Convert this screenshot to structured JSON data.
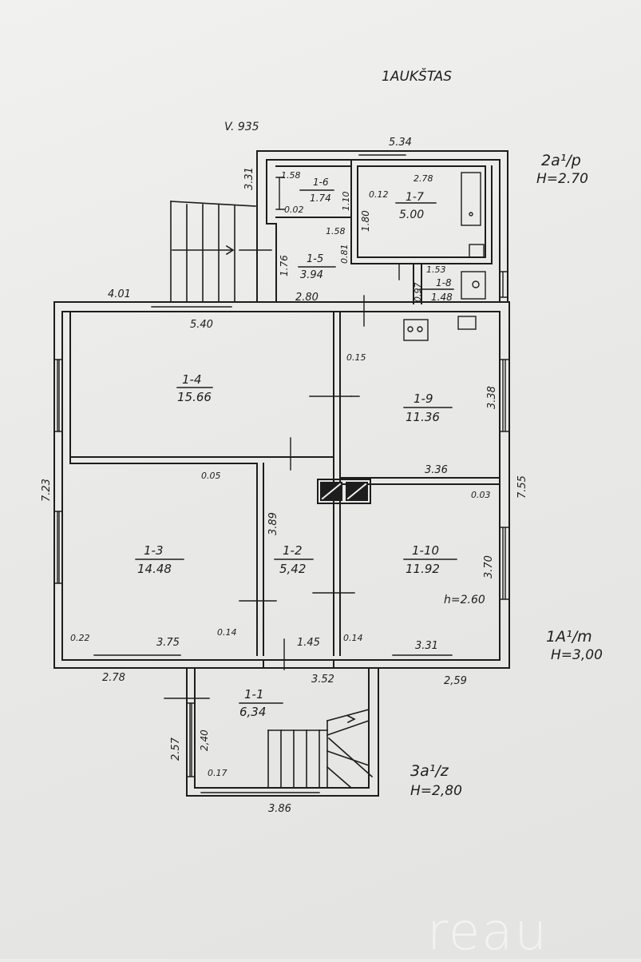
{
  "plan": {
    "title": "1AUKŠTAS",
    "north_mark": "V. 935",
    "rooms": [
      {
        "id": "1-1",
        "area": "6,34"
      },
      {
        "id": "1-2",
        "area": "5,42"
      },
      {
        "id": "1-3",
        "area": "14.48"
      },
      {
        "id": "1-4",
        "area": "15.66"
      },
      {
        "id": "1-5",
        "area": "3.94"
      },
      {
        "id": "1-6",
        "area": "1.74"
      },
      {
        "id": "1-7",
        "area": "5.00"
      },
      {
        "id": "1-8",
        "area": "1.48"
      },
      {
        "id": "1-9",
        "area": "11.36"
      },
      {
        "id": "1-10",
        "area": "11.92"
      }
    ],
    "dimensions": {
      "d_334": "5.34",
      "d_331": "3.31",
      "d_158a": "1.58",
      "d_110": "1.10",
      "d_012": "0.12",
      "d_278a": "2.78",
      "d_002": "0.02",
      "d_158b": "1.58",
      "d_180": "1.80",
      "d_176": "1.76",
      "d_081": "0.81",
      "d_153": "1.53",
      "d_097": "0.97",
      "d_401": "4.01",
      "d_280": "2.80",
      "d_540": "5.40",
      "d_015": "0.15",
      "d_338": "3.38",
      "d_755": "7.55",
      "d_723": "7.23",
      "d_005": "0.05",
      "d_336": "3.36",
      "d_003": "0.03",
      "d_389": "3.89",
      "d_370": "3.70",
      "d_260": "h=2.60",
      "d_022": "0.22",
      "d_375": "3.75",
      "d_014a": "0.14",
      "d_145": "1.45",
      "d_014b": "0.14",
      "d_331b": "3.31",
      "d_278b": "2.78",
      "d_352": "3.52",
      "d_259": "2,59",
      "d_257": "2.57",
      "d_240": "2,40",
      "d_017": "0.17",
      "d_386": "3.86"
    },
    "wall_notes": [
      {
        "code": "2a¹/p",
        "height": "H=2.70"
      },
      {
        "code": "1A¹/m",
        "height": "H=3,00"
      },
      {
        "code": "3a¹/z",
        "height": "H=2,80"
      }
    ]
  },
  "watermark": "reau"
}
